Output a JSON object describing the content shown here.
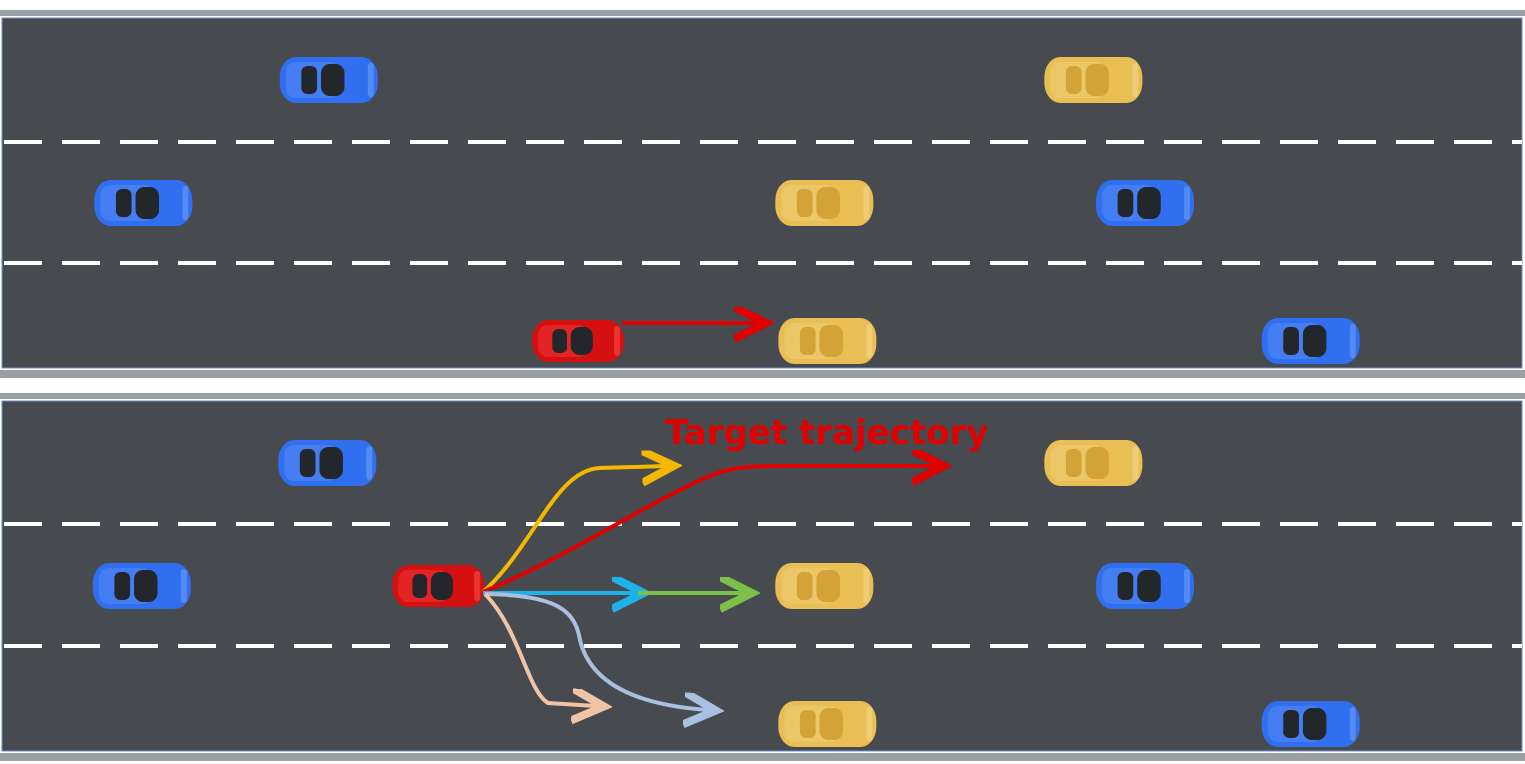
{
  "colors": {
    "road": "#474b50",
    "edge_line": "#9aa0a6",
    "lane_dash": "#ffffff",
    "ego_car": "#d41010",
    "blue_car": "#2f6ff0",
    "yellow_car": "#e9bf55",
    "target_label": "#e00000"
  },
  "panels": [
    {
      "name": "top-scene",
      "cars": [
        {
          "kind": "blue",
          "lane": 1,
          "pos": 0.215
        },
        {
          "kind": "yellow",
          "lane": 1,
          "pos": 0.718
        },
        {
          "kind": "blue",
          "lane": 2,
          "pos": 0.093
        },
        {
          "kind": "yellow",
          "lane": 2,
          "pos": 0.541
        },
        {
          "kind": "blue",
          "lane": 2,
          "pos": 0.752
        },
        {
          "kind": "ego",
          "lane": 3,
          "pos": 0.379
        },
        {
          "kind": "yellow",
          "lane": 3,
          "pos": 0.543
        },
        {
          "kind": "blue",
          "lane": 3,
          "pos": 0.861
        }
      ]
    },
    {
      "name": "bottom-scene",
      "cars": [
        {
          "kind": "blue",
          "lane": 1,
          "pos": 0.214
        },
        {
          "kind": "yellow",
          "lane": 1,
          "pos": 0.718
        },
        {
          "kind": "blue",
          "lane": 2,
          "pos": 0.092
        },
        {
          "kind": "ego",
          "lane": 2,
          "pos": 0.287
        },
        {
          "kind": "yellow",
          "lane": 2,
          "pos": 0.541
        },
        {
          "kind": "blue",
          "lane": 2,
          "pos": 0.752
        },
        {
          "kind": "yellow",
          "lane": 3,
          "pos": 0.543
        },
        {
          "kind": "blue",
          "lane": 3,
          "pos": 0.861
        }
      ]
    }
  ],
  "trajectories": [
    {
      "name": "ego-straight-arrow",
      "color": "#e00000"
    },
    {
      "name": "target-trajectory",
      "color": "#e00000"
    },
    {
      "name": "yellow-candidate",
      "color": "#f5b800"
    },
    {
      "name": "blue-candidate",
      "color": "#1fb2e8"
    },
    {
      "name": "green-candidate",
      "color": "#7cc04a"
    },
    {
      "name": "lightblue-candidate",
      "color": "#a9c0e0"
    },
    {
      "name": "peach-candidate",
      "color": "#f2c4a6"
    }
  ],
  "target_label": "Target trajectory"
}
